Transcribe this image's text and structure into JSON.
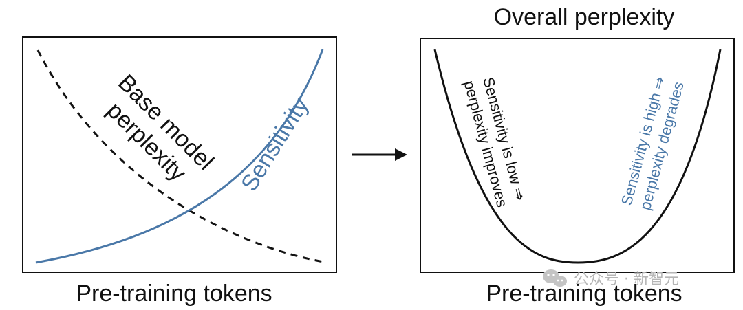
{
  "colors": {
    "sensitivity": "#4a78a8",
    "base": "#111111",
    "watermark": "#b5b5b5"
  },
  "left_panel": {
    "xlabel": "Pre-training tokens",
    "base_label_line1": "Base model",
    "base_label_line2": "perplexity",
    "sensitivity_label": "Sensitivity"
  },
  "right_panel": {
    "title": "Overall perplexity",
    "xlabel": "Pre-training tokens",
    "low_line1": "Sensitivity is low ⇒",
    "low_line2": "perplexity improves",
    "high_line1": "Sensitivity is high ⇒",
    "high_line2": "perplexity degrades"
  },
  "watermark": {
    "text": "公众号 · 新智元",
    "icon": "wechat-icon"
  }
}
